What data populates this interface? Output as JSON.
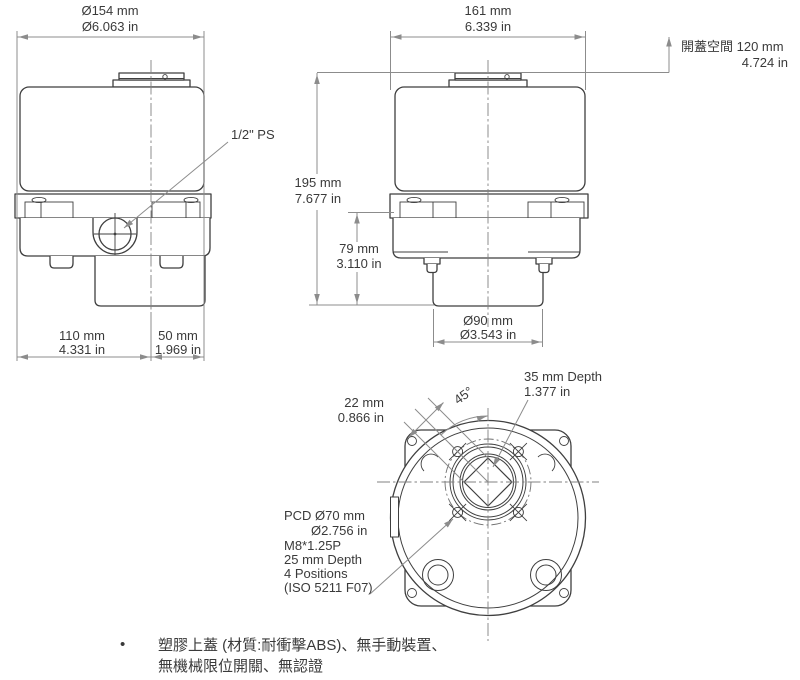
{
  "front_view": {
    "dia": "Ø154 mm",
    "dia_in": "Ø6.063 in",
    "left": "110 mm",
    "left_in": "4.331 in",
    "right": "50 mm",
    "right_in": "1.969 in",
    "conduit": "1/2\" PS"
  },
  "side_view": {
    "width": "161 mm",
    "width_in": "6.339 in",
    "height": "195 mm",
    "height_in": "7.677 in",
    "base": "79 mm",
    "base_in": "3.110 in",
    "cyl": "Ø90 mm",
    "cyl_in": "Ø3.543 in",
    "clearance": "開蓋空間 120 mm",
    "clearance_in": "4.724 in"
  },
  "bottom_view": {
    "square": "22 mm",
    "square_in": "0.866 in",
    "angle": "45°",
    "depth": "35 mm Depth",
    "depth_in": "1.377 in",
    "pcd": [
      "PCD Ø70 mm",
      "Ø2.756 in",
      "M8*1.25P",
      "25 mm Depth",
      "4 Positions",
      "(ISO 5211 F07)"
    ]
  },
  "notes": {
    "bullet": "•",
    "line1": "塑膠上蓋 (材質:耐衝擊ABS)、無手動裝置、",
    "line2": "無機械限位開關、無認證"
  },
  "colors": {
    "object_line": "#3f3f3f",
    "dimension_line": "#8c8c8c",
    "text": "#3a3a3a"
  }
}
